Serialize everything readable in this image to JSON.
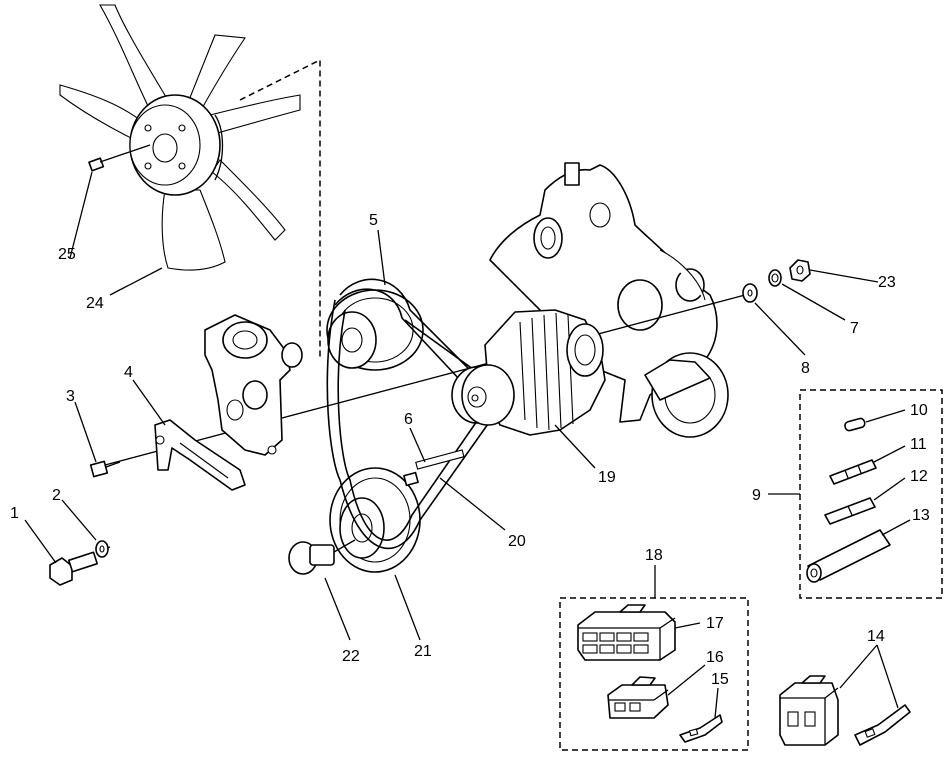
{
  "diagram": {
    "callouts": [
      {
        "id": "c1",
        "number": "1",
        "part": "bolt"
      },
      {
        "id": "c2",
        "number": "2",
        "part": "washer"
      },
      {
        "id": "c3",
        "number": "3",
        "part": "bolt"
      },
      {
        "id": "c4",
        "number": "4",
        "part": "adjusting bracket"
      },
      {
        "id": "c5",
        "number": "5",
        "part": "belt"
      },
      {
        "id": "c6",
        "number": "6",
        "part": "bolt"
      },
      {
        "id": "c7",
        "number": "7",
        "part": "lock washer"
      },
      {
        "id": "c8",
        "number": "8",
        "part": "washer"
      },
      {
        "id": "c9",
        "number": "9",
        "part": "kit"
      },
      {
        "id": "c10",
        "number": "10",
        "part": "terminal"
      },
      {
        "id": "c11",
        "number": "11",
        "part": "terminal"
      },
      {
        "id": "c12",
        "number": "12",
        "part": "terminal"
      },
      {
        "id": "c13",
        "number": "13",
        "part": "sleeve"
      },
      {
        "id": "c14",
        "number": "14",
        "part": "connector"
      },
      {
        "id": "c15",
        "number": "15",
        "part": "terminal"
      },
      {
        "id": "c16",
        "number": "16",
        "part": "connector housing"
      },
      {
        "id": "c17",
        "number": "17",
        "part": "connector housing"
      },
      {
        "id": "c18",
        "number": "18",
        "part": "connector kit"
      },
      {
        "id": "c19",
        "number": "19",
        "part": "alternator"
      },
      {
        "id": "c20",
        "number": "20",
        "part": "belt"
      },
      {
        "id": "c21",
        "number": "21",
        "part": "crankshaft pulley"
      },
      {
        "id": "c22",
        "number": "22",
        "part": "pulley bolt"
      },
      {
        "id": "c23",
        "number": "23",
        "part": "nut"
      },
      {
        "id": "c24",
        "number": "24",
        "part": "fan"
      },
      {
        "id": "c25",
        "number": "25",
        "part": "screw"
      }
    ]
  }
}
